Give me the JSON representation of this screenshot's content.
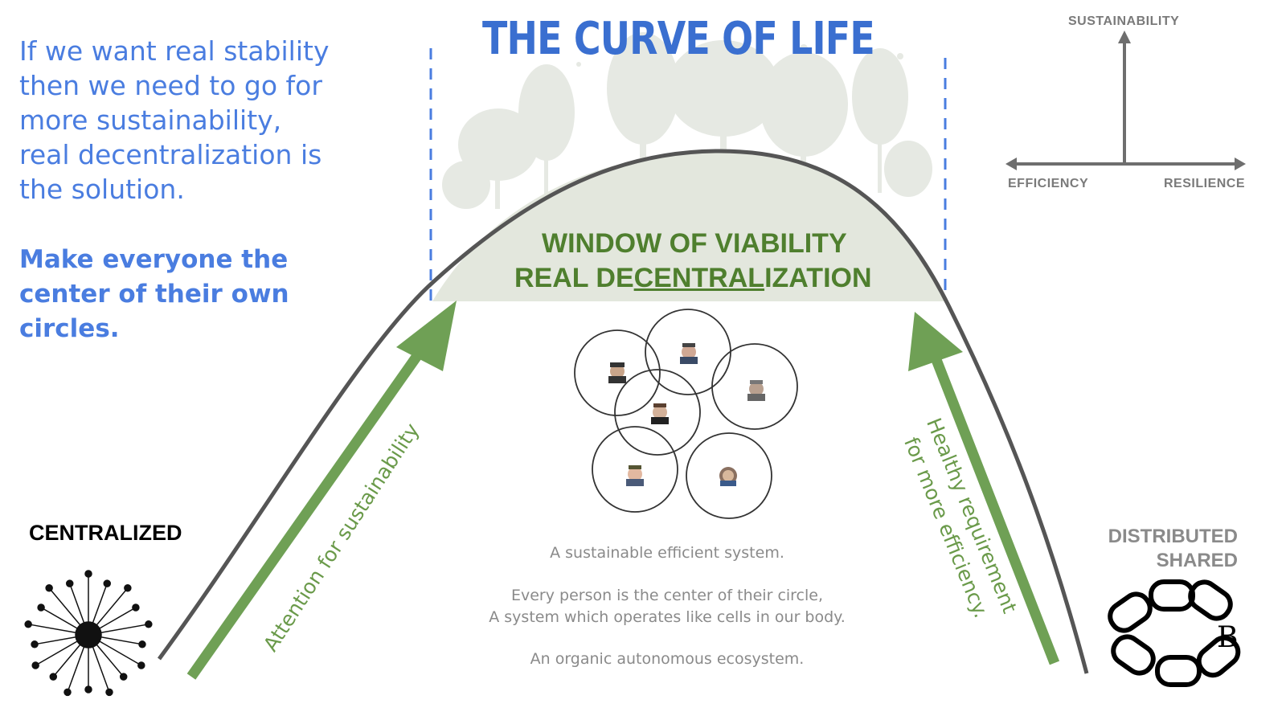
{
  "title": "THE CURVE OF LIFE",
  "intro": {
    "lines": [
      "If we want real stability",
      "then we need to go for",
      "more sustainability,",
      "real decentralization is",
      "the solution."
    ]
  },
  "tagline": {
    "lines": [
      "Make everyone the",
      "center of their own",
      "circles."
    ]
  },
  "axes": {
    "top": "SUSTAINABILITY",
    "left": "EFFICIENCY",
    "right": "RESILIENCE"
  },
  "window": {
    "line1": "WINDOW OF VIABILITY",
    "line2_prefix": "REAL DE",
    "line2_underlined": "CENTRAL",
    "line2_suffix": "IZATION"
  },
  "left_label": "CENTRALIZED",
  "right_labels": [
    "DISTRIBUTED",
    "SHARED"
  ],
  "arrows": {
    "left": "Attention for sustainability",
    "right_line1": "Healthy requirement",
    "right_line2": "for more efficiency."
  },
  "description": [
    "A sustainable efficient system.",
    "Every person is the center of their circle,",
    "A system which operates like cells in our body.",
    "An organic autonomous ecosystem."
  ],
  "colors": {
    "blue": "#4a7de0",
    "green": "#6fa055",
    "dark_green": "#4f7f2e",
    "gray": "#8a8a8a",
    "curve": "#555555",
    "window_fill": "#e3e7dd"
  }
}
